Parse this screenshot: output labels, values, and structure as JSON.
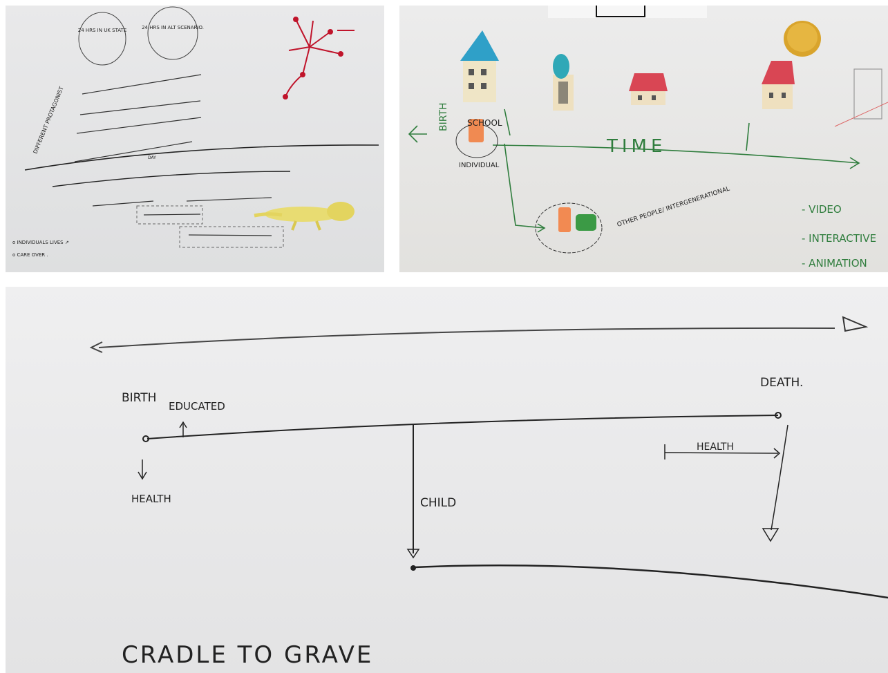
{
  "panel_sketch_1": {
    "circle_left": "24 HRS IN UK STATE",
    "circle_right": "24 HRS IN ALT SCENARIO.",
    "vertical_note": "DIFFERENT PROTAGONIST",
    "line_mark": "DAY",
    "bottom_note_1": "o INDIVIDUALS LIVES ↗",
    "bottom_note_2": "o CARE OVER .",
    "accent_color": "#c0142b"
  },
  "panel_sketch_2": {
    "time_label": "TIME",
    "birth_label": "BIRTH",
    "school_label": "SCHOOL",
    "individual_label": "INDIVIDUAL",
    "other_people_label": "OTHER PEOPLE/ INTERGENERATIONAL",
    "media_list": [
      "- VIDEO",
      "- INTERACTIVE",
      "- ANIMATION"
    ],
    "ink_color": "#2f7d3d"
  },
  "panel_sketch_3": {
    "birth_label": "BIRTH",
    "educated_label": "EDUCATED",
    "health_label_left": "HEALTH",
    "child_label": "CHILD",
    "death_label": "DEATH.",
    "health_label_right": "HEALTH",
    "title": "CRADLE TO GRAVE"
  }
}
